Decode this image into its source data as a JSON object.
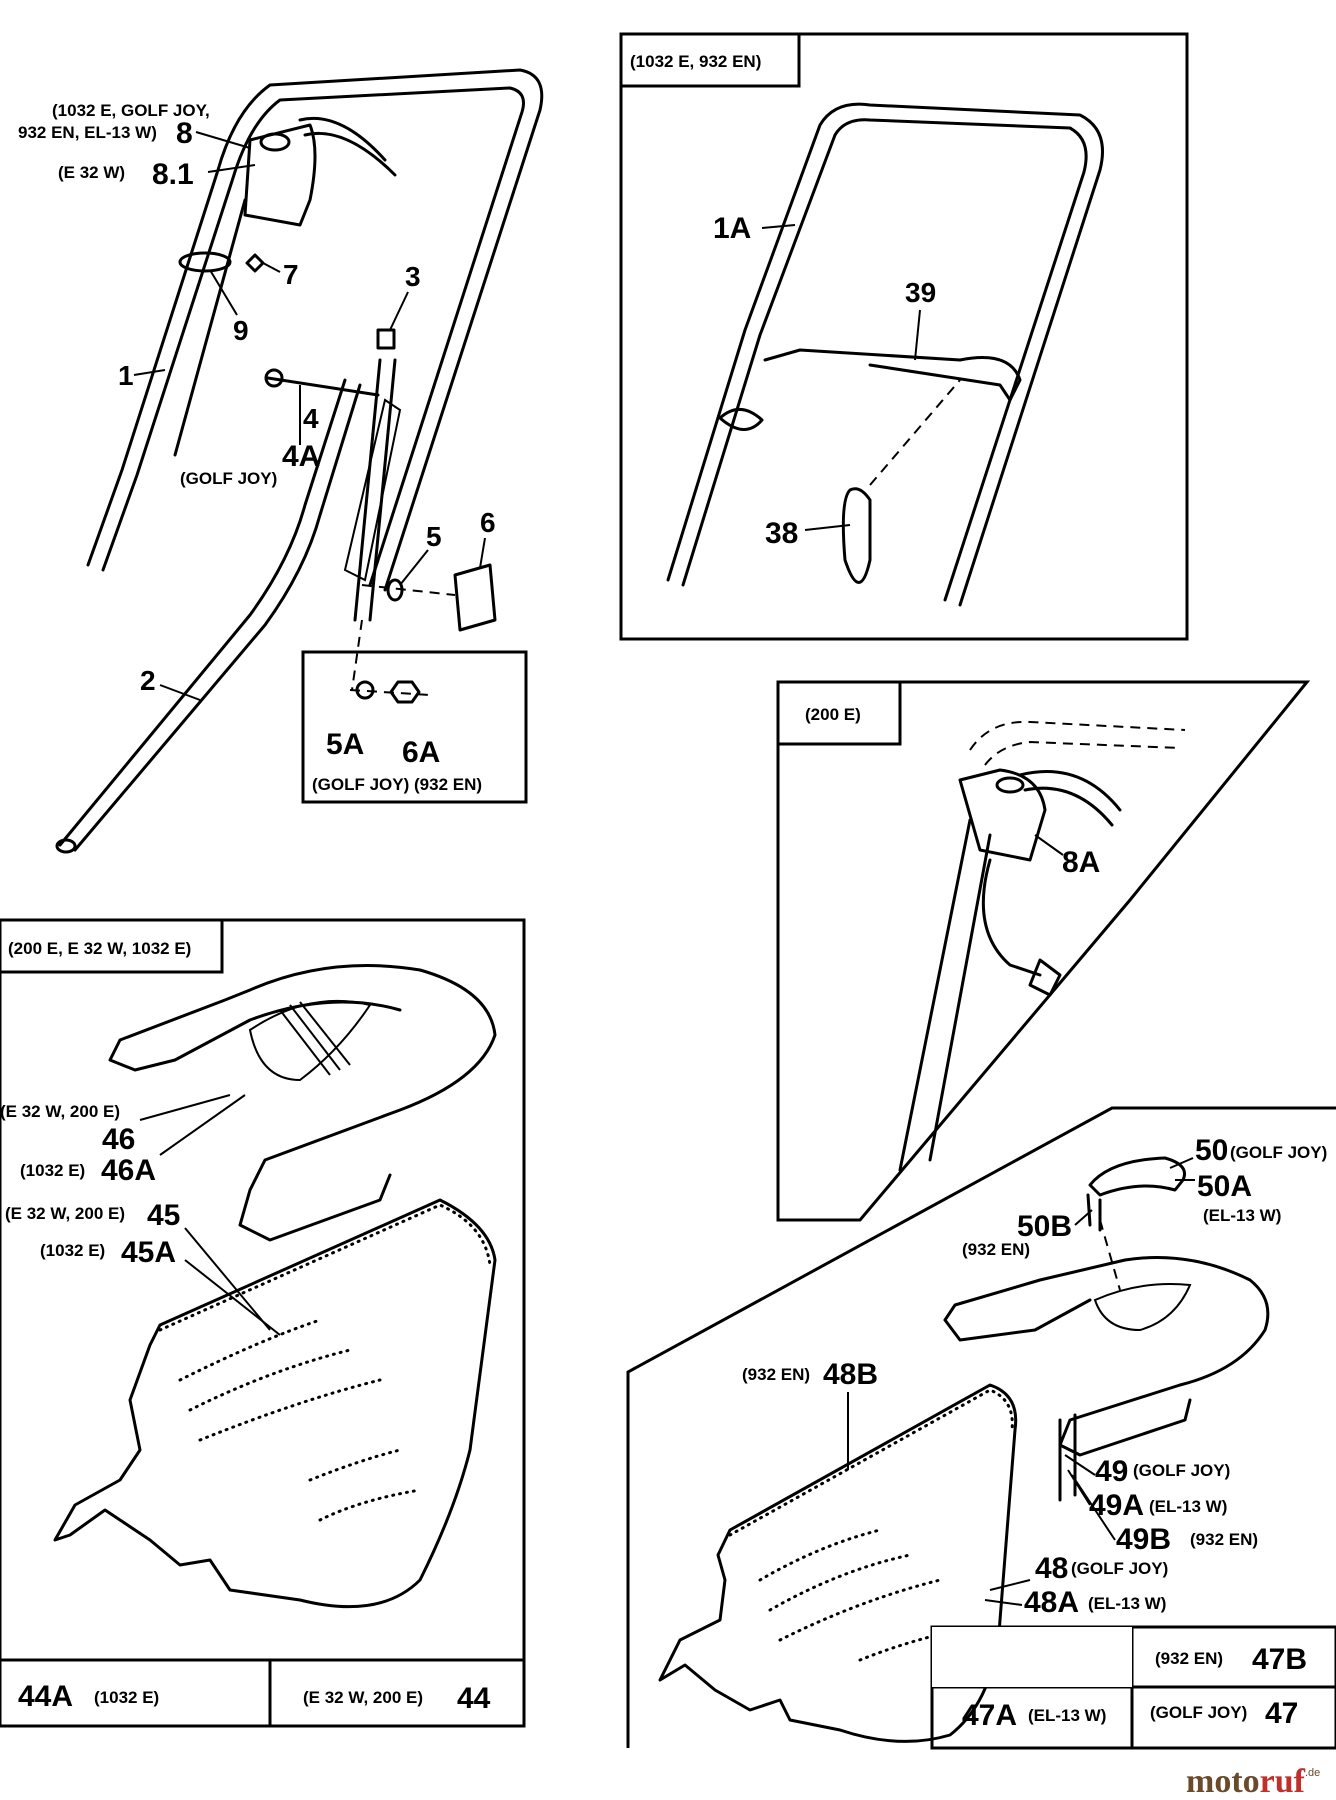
{
  "labels": {
    "p8_models": [
      "(1032 E, GOLF JOY,",
      "932 EN, EL-13 W)"
    ],
    "p8": "8",
    "p81_model": "(E 32 W)",
    "p81": "8.1",
    "p7": "7",
    "p9": "9",
    "p1": "1",
    "p3": "3",
    "p4": "4",
    "p4a": "4A",
    "golf_joy": "(GOLF JOY)",
    "p5": "5",
    "p6": "6",
    "p2": "2",
    "p5a": "5A",
    "p6a": "6A",
    "box1_caption": "(GOLF JOY) (932 EN)",
    "box2_header": "(1032 E, 932 EN)",
    "p1a": "1A",
    "p39": "39",
    "p38": "38",
    "box3_header": "(200 E)",
    "p8a": "8A",
    "box4_header": "(200 E, E 32 W, 1032 E)",
    "m46": "(E 32 W, 200 E)",
    "p46": "46",
    "m46a": "(1032 E)",
    "p46a": "46A",
    "m45": "(E 32 W, 200 E)",
    "p45": "45",
    "m45a": "(1032 E)",
    "p45a": "45A",
    "p44a": "44A",
    "m44a": "(1032 E)",
    "m44": "(E 32 W, 200 E)",
    "p44": "44",
    "p50": "50",
    "m50": "(GOLF JOY)",
    "p50a": "50A",
    "m50a": "(EL-13 W)",
    "p50b": "50B",
    "m50b": "(932 EN)",
    "m48b": "(932 EN)",
    "p48b": "48B",
    "p49": "49",
    "m49": "(GOLF JOY)",
    "p49a": "49A",
    "m49a": "(EL-13 W)",
    "p49b": "49B",
    "m49b": "(932 EN)",
    "p48": "48",
    "m48": "(GOLF JOY)",
    "p48a": "48A",
    "m48a": "(EL-13 W)",
    "m47b": "(932 EN)",
    "p47b": "47B",
    "p47a": "47A",
    "m47a": "(EL-13 W)",
    "m47": "(GOLF JOY)",
    "p47": "47"
  },
  "watermark": {
    "part1": "moto",
    "part2": "ruf",
    "suffix": ".de"
  },
  "colors": {
    "watermark_brown": "#6b4a2b",
    "watermark_red": "#c0302a"
  }
}
